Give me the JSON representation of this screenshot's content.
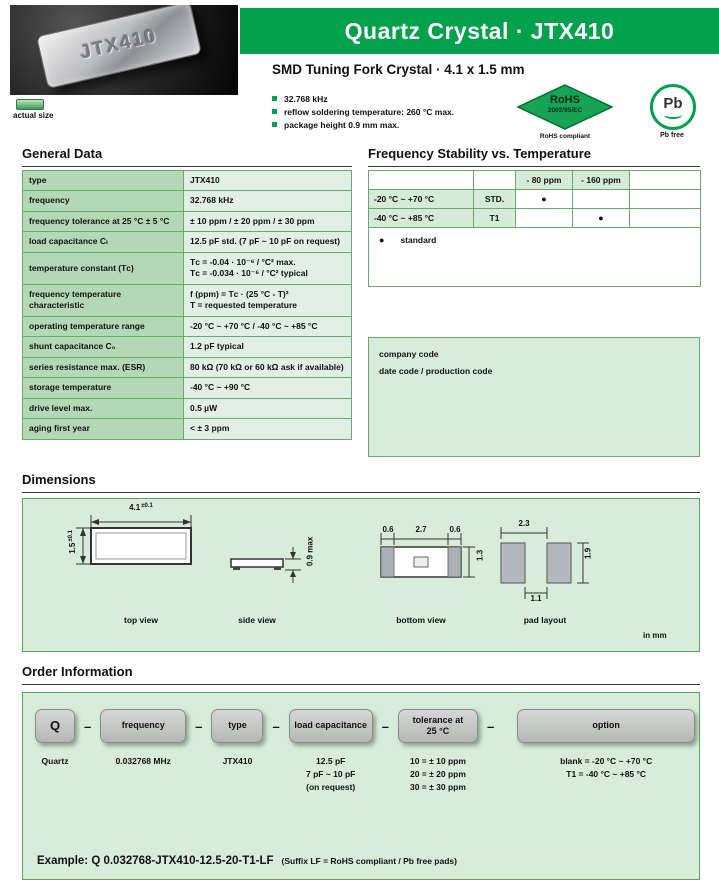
{
  "header": {
    "title": "Quartz Crystal · JTX410",
    "subtitle": "SMD Tuning Fork Crystal · 4.1 x 1.5 mm",
    "crystal_marking": "JTX410",
    "actual_size": "actual size",
    "bullets": [
      "32.768 kHz",
      "reflow soldering temperature: 260 °C max.",
      "package height 0.9 mm max."
    ],
    "rohs_line1": "RoHS",
    "rohs_line2": "2002/95/EC",
    "rohs_caption": "RoHS compliant",
    "pb_symbol": "Pb",
    "pb_caption": "Pb free"
  },
  "general_data": {
    "heading": "General Data",
    "rows": [
      {
        "label": "type",
        "value": "JTX410"
      },
      {
        "label": "frequency",
        "value": "32.768 kHz"
      },
      {
        "label": "frequency tolerance at 25 °C ± 5 °C",
        "value": "± 10 ppm / ± 20 ppm / ± 30 ppm"
      },
      {
        "label": "load capacitance Cₗ",
        "value": "12.5 pF std. (7 pF ~ 10 pF on request)"
      },
      {
        "label": "temperature constant (Tᴄ)",
        "value": "Tᴄ = -0.04 · 10⁻⁶ / °C² max.\nTᴄ = -0.034 · 10⁻⁶ / °C² typical"
      },
      {
        "label": "frequency temperature characteristic",
        "value": "f (ppm) = Tᴄ · (25 °C - T)²\nT = requested temperature"
      },
      {
        "label": "operating temperature range",
        "value": "-20 °C ~ +70 °C  /  -40 °C ~ +85 °C"
      },
      {
        "label": "shunt capacitance C₀",
        "value": "1.2 pF typical"
      },
      {
        "label": "series resistance max. (ESR)",
        "value": "80 kΩ (70 kΩ or 60 kΩ ask if available)"
      },
      {
        "label": "storage temperature",
        "value": "-40 °C ~ +90 °C"
      },
      {
        "label": "drive level max.",
        "value": "0.5 µW"
      },
      {
        "label": "aging first year",
        "value": "< ± 3 ppm"
      }
    ]
  },
  "stability": {
    "heading": "Frequency Stability vs. Temperature",
    "col_headers": [
      "- 80 ppm",
      "- 160 ppm"
    ],
    "rows": [
      {
        "range": "-20 °C ~  +70 °C",
        "grade": "STD.",
        "dot80": "●",
        "dot160": ""
      },
      {
        "range": "-40 °C ~  +85 °C",
        "grade": "T1",
        "dot80": "",
        "dot160": "●"
      }
    ],
    "legend_dot": "●",
    "legend_text": "standard",
    "code_line1": "company code",
    "code_line2": "date code / production code"
  },
  "dimensions": {
    "heading": "Dimensions",
    "unit": "in mm",
    "top_view": {
      "label": "top view",
      "width": "4.1",
      "width_tol": "±0.1",
      "height": "1.5",
      "height_tol": "±0.1"
    },
    "side_view": {
      "label": "side view",
      "height": "0.9 max"
    },
    "bottom_view": {
      "label": "bottom view",
      "d1": "0.6",
      "d2": "2.7",
      "d3": "0.6",
      "h": "1.3"
    },
    "pad_layout": {
      "label": "pad layout",
      "w": "2.3",
      "gap": "1.1",
      "h": "1.9"
    }
  },
  "order": {
    "heading": "Order Information",
    "separator": "–",
    "units": [
      {
        "box": "Q",
        "caption": "Quartz"
      },
      {
        "box": "frequency",
        "caption": "0.032768 MHz"
      },
      {
        "box": "type",
        "caption": "JTX410"
      },
      {
        "box": "load capacitance",
        "caption": "12.5 pF\n7 pF ~ 10 pF\n(on request)"
      },
      {
        "box": "tolerance at\n25 °C",
        "caption": "10 = ± 10 ppm\n20 = ± 20 ppm\n30 = ± 30 ppm"
      },
      {
        "box": "option",
        "caption": "blank = -20 °C ~ +70 °C\nT1 =  -40 °C ~ +85 °C"
      }
    ],
    "example": "Example: Q 0.032768-JTX410-12.5-20-T1-LF",
    "example_note": "(Suffix LF = RoHS compliant / Pb free pads)"
  }
}
